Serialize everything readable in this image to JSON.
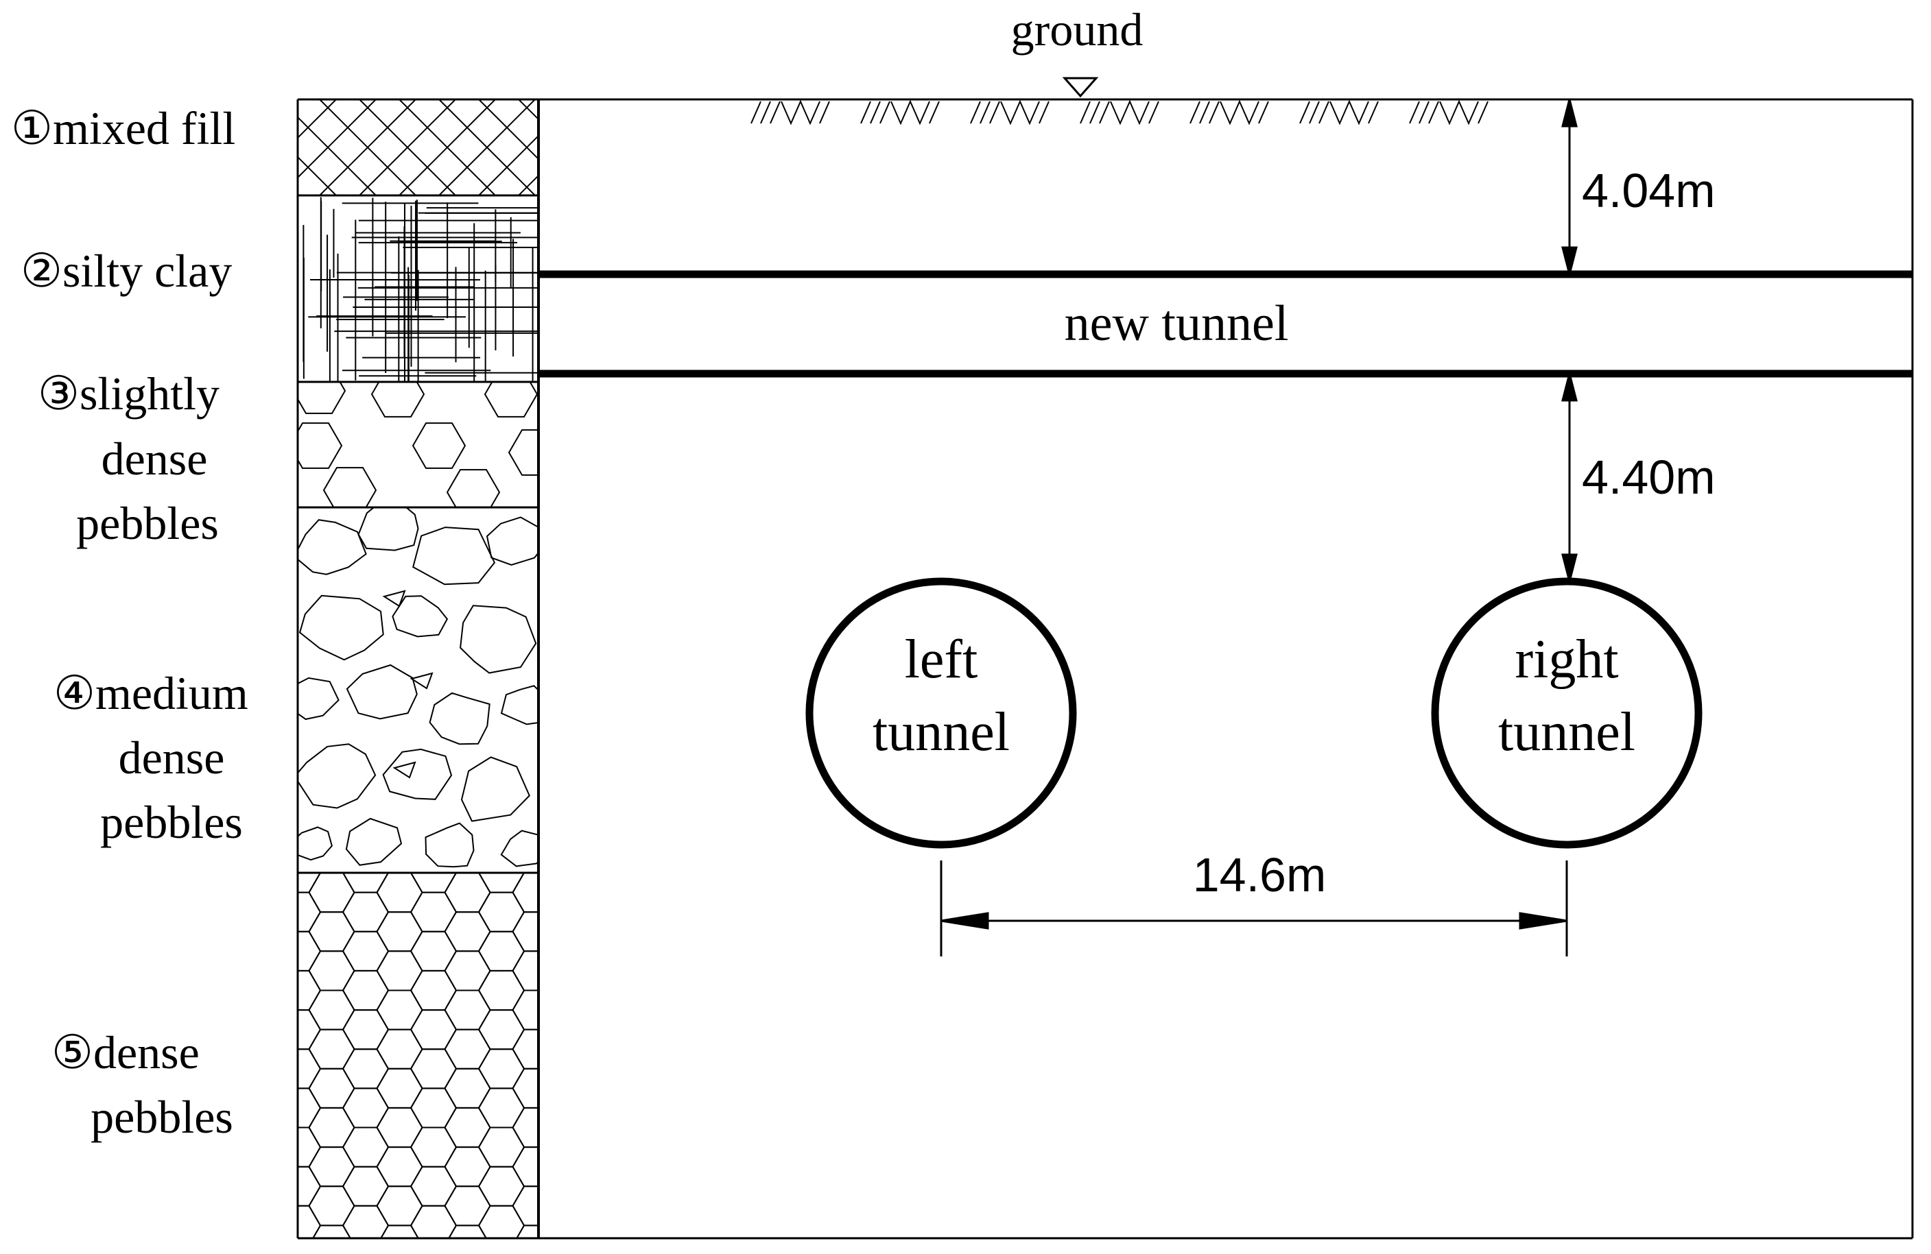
{
  "ground_label": "ground",
  "layers": [
    {
      "marker": "①",
      "lines": [
        "mixed fill"
      ],
      "pattern": "crosshatch"
    },
    {
      "marker": "②",
      "lines": [
        "silty clay"
      ],
      "pattern": "grid"
    },
    {
      "marker": "③",
      "lines": [
        "slightly",
        "dense",
        "pebbles"
      ],
      "pattern": "sparse-hexagons"
    },
    {
      "marker": "④",
      "lines": [
        "medium",
        "dense",
        "pebbles"
      ],
      "pattern": "irregular-pebbles"
    },
    {
      "marker": "⑤",
      "lines": [
        "dense",
        "pebbles"
      ],
      "pattern": "hexagon-tiling"
    }
  ],
  "new_tunnel_label": "new tunnel",
  "left_tunnel_lines": [
    "left",
    "tunnel"
  ],
  "right_tunnel_lines": [
    "right",
    "tunnel"
  ],
  "dimensions": {
    "cover_depth": "4.04m",
    "tunnel_clearance": "4.40m",
    "tunnel_spacing": "14.6m"
  },
  "colors": {
    "line": "#000000",
    "background": "#ffffff"
  }
}
